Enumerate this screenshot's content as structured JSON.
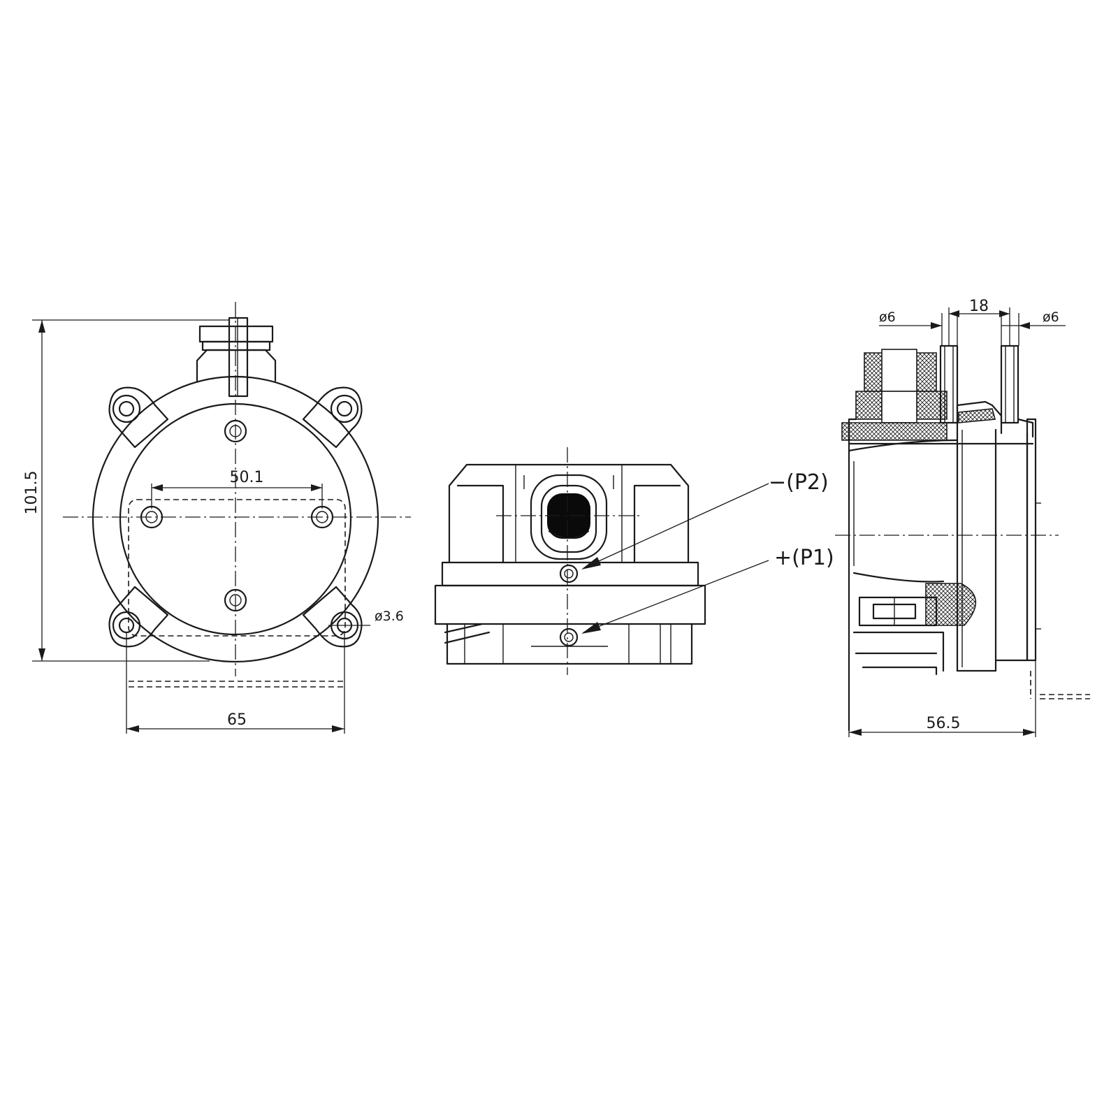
{
  "dimensions": {
    "height": "101.5",
    "hole_spacing": "50.1",
    "width": "65",
    "hole_diameter": "ø3.6",
    "depth": "56.5",
    "port_spacing": "18",
    "port_diameter_left": "ø6",
    "port_diameter_right": "ø6"
  },
  "ports": {
    "negative": "−(P2)",
    "positive": "+(P1)"
  },
  "colors": {
    "line": "#1a1a1a",
    "background": "#ffffff"
  }
}
